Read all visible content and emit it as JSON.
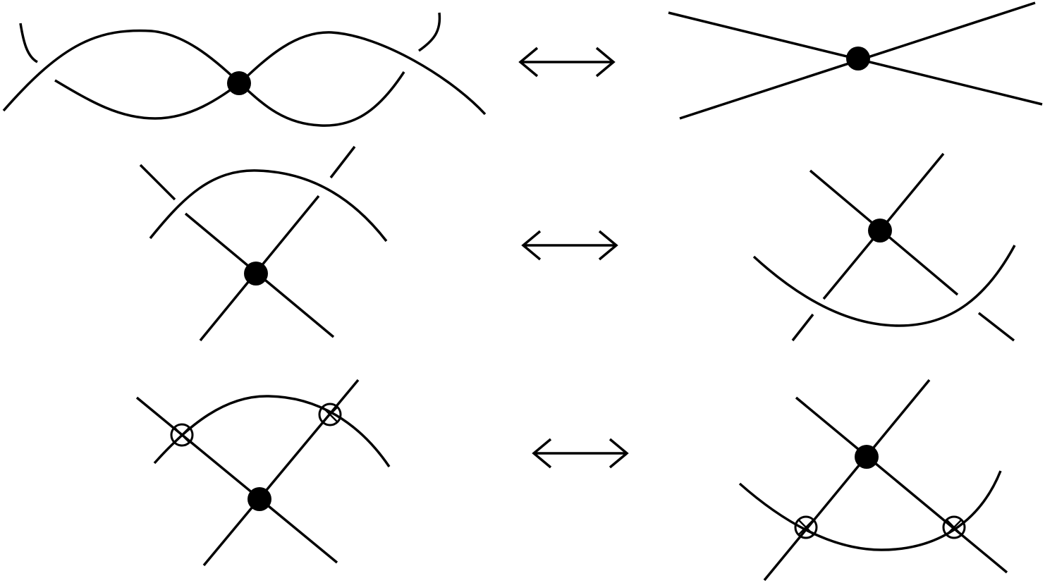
{
  "figure": {
    "type": "knot-diagram-moves",
    "stroke_color": "#000000",
    "background_color": "#ffffff",
    "rows": [
      {
        "id": "row-1",
        "relation": "equivalence",
        "relation_icon": "double-headed-arrow",
        "left": {
          "classical_vertices": 1,
          "virtual_crossings": 0,
          "classical_crossings": 2
        },
        "right": {
          "classical_vertices": 1,
          "virtual_crossings": 0,
          "classical_crossings": 0
        }
      },
      {
        "id": "row-2",
        "relation": "equivalence",
        "relation_icon": "double-headed-arrow",
        "left": {
          "classical_vertices": 1,
          "virtual_crossings": 0,
          "classical_crossings": 2
        },
        "right": {
          "classical_vertices": 1,
          "virtual_crossings": 0,
          "classical_crossings": 2
        }
      },
      {
        "id": "row-3",
        "relation": "equivalence",
        "relation_icon": "double-headed-arrow",
        "left": {
          "classical_vertices": 1,
          "virtual_crossings": 2,
          "classical_crossings": 0
        },
        "right": {
          "classical_vertices": 1,
          "virtual_crossings": 2,
          "classical_crossings": 0
        }
      }
    ]
  }
}
